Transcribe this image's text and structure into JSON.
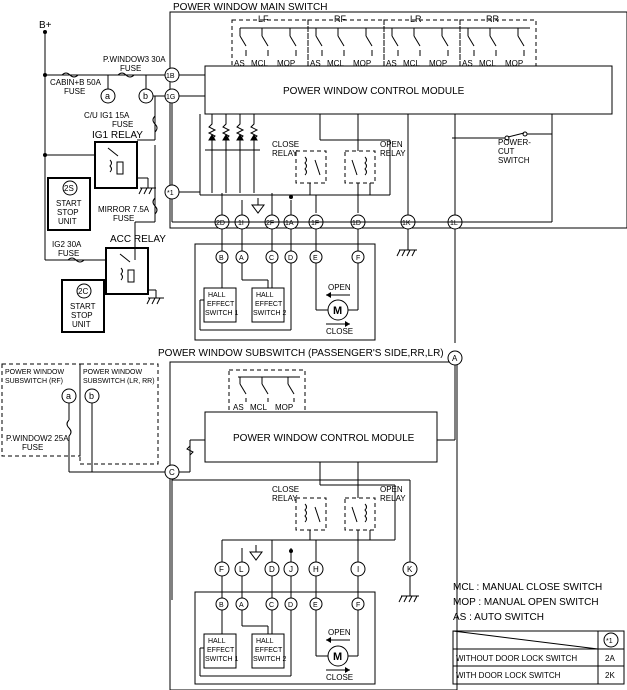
{
  "diagram": {
    "main_switch_title": "POWER WINDOW MAIN SWITCH",
    "subswitch_title": "POWER WINDOW SUBSWITCH (PASSENGER'S SIDE,RR,LR)",
    "control_module_label": "POWER WINDOW CONTROL MODULE",
    "b_plus": "B+",
    "fuses": {
      "cabin": [
        "CABIN+B 50A",
        "FUSE"
      ],
      "pwindow3": [
        "P.WINDOW3 30A",
        "FUSE"
      ],
      "cu_ig1": [
        "C/U IG1 15A",
        "FUSE"
      ],
      "mirror": [
        "MIRROR 7.5A",
        "FUSE"
      ],
      "ig2": [
        "IG2 30A",
        "FUSE"
      ],
      "pwindow2": [
        "P.WINDOW2 25A",
        "FUSE"
      ]
    },
    "relays": {
      "ig1": "IG1 RELAY",
      "acc": "ACC RELAY",
      "close": [
        "CLOSE",
        "RELAY"
      ],
      "open": [
        "OPEN",
        "RELAY"
      ]
    },
    "start_stop_unit": [
      "START",
      "STOP",
      "UNIT"
    ],
    "power_cut_switch": [
      "POWER-",
      "CUT",
      "SWITCH"
    ],
    "hall_switch_1": [
      "HALL",
      "EFFECT",
      "SWITCH 1"
    ],
    "hall_switch_2": [
      "HALL",
      "EFFECT",
      "SWITCH 2"
    ],
    "motor": {
      "label": "M",
      "open": "OPEN",
      "close": "CLOSE"
    },
    "door_groups": [
      "LF",
      "RF",
      "LR",
      "RR"
    ],
    "switch_labels": [
      "AS",
      "MCL",
      "MOP"
    ],
    "subswitch_rf": [
      "POWER WINDOW",
      "SUBSWITCH (RF)"
    ],
    "subswitch_lr_rr": [
      "POWER WINDOW",
      "SUBSWITCH (LR, RR)"
    ],
    "connectors_main_top": [
      "1B",
      "1G",
      "*1"
    ],
    "connectors_main_bottom": [
      "2D",
      "1I",
      "2F",
      "1A",
      "1F",
      "1D",
      "1K",
      "1L"
    ],
    "connectors_motor_main": [
      "B",
      "A",
      "C",
      "D",
      "E",
      "F"
    ],
    "connectors_sub_bottom": [
      "F",
      "L",
      "D",
      "J",
      "H",
      "I",
      "K"
    ],
    "connectors_motor_sub": [
      "B",
      "A",
      "C",
      "D",
      "E",
      "F"
    ],
    "connector_a": "A",
    "connector_c": "C",
    "connector_2s": "2S",
    "connector_2c": "2C",
    "connector_small_a": "a",
    "connector_small_b": "b"
  },
  "legend": {
    "lines": [
      "MCL : MANUAL CLOSE SWITCH",
      "MOP : MANUAL OPEN SWITCH",
      "AS : AUTO SWITCH"
    ],
    "table_header": "*1",
    "rows": [
      {
        "label": "WITHOUT DOOR LOCK SWITCH",
        "value": "2A"
      },
      {
        "label": "WITH DOOR LOCK SWITCH",
        "value": "2K"
      }
    ]
  }
}
